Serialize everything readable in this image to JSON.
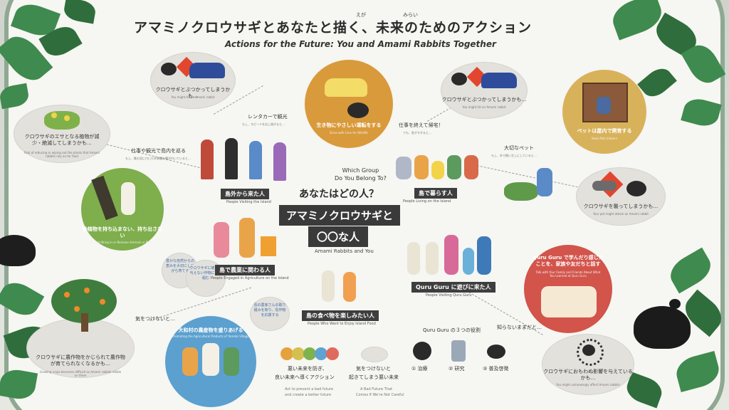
{
  "title": {
    "jp": "アマミノクロウサギとあなたと描く、未来のためのアクション",
    "en": "Actions for the Future: You and Amami Rabbits Together",
    "ruby_ega": "えが",
    "ruby_mirai": "みらい"
  },
  "center": {
    "question_en_1": "Which Group",
    "question_en_2": "Do You Belong To?",
    "question_jp": "あなたはどの人？",
    "box1": "アマミノクロウサギと",
    "box2": "〇〇な人",
    "subtitle_en": "Amami Rabbits and You"
  },
  "groups": {
    "visitors": {
      "jp": "島外から来た人",
      "en": "People Visiting the Island"
    },
    "residents": {
      "jp": "島で暮らす人",
      "en": "People Living on the Island"
    },
    "agriculture": {
      "jp": "島で農業に関わる人",
      "en": "People Engaged in Agriculture on the Island"
    },
    "food": {
      "jp": "島の食べ物を楽しみたい人",
      "en": "People Who Want to Enjoy Island Food"
    },
    "quruguru": {
      "jp": "Quru Guru に遊びに来た人",
      "en": "People Visiting Quru Guru"
    }
  },
  "thoughts": {
    "rental": "レンタカーで観光",
    "rental_sub": "もし、スピードを出し過ぎると…",
    "work_travel": "仕事や観光で島内を巡る",
    "work_travel_sub": "もし、靴の泥に付いた外来種の種が付いていると…",
    "after_work": "仕事を終えて帰宅！",
    "after_work_sub": "でも、急ぎすぎると…",
    "pet": "大切なペット",
    "pet_sub": "もし、外で飼い主しにしていると…",
    "careful": "気をつけないと…",
    "unknowing": "知らないままだと…",
    "agri_note": "クロウサギに被害を与えない作物に取り組む",
    "agri_note2": "豊かな自然からの恵みを大切にしながら育てる",
    "food_note": "島の農家さんの取り組みを知り、島作物を応援する"
  },
  "clouds": {
    "car_hit_left": "クロウサギとぶつかってしまうかも…",
    "car_hit_left_sub": "You might hit an Amami rabbit",
    "plants": "クロウサギのエサとなる植物が減少・絶滅してしまうかも…",
    "plants_sub": "Risk of reducing or wiping out the plants that Amami rabbits rely on for food",
    "car_hit_right": "クロウサギとぶつかってしまうかも…",
    "car_hit_right_sub": "You might hit an Amami rabbit",
    "cat": "クロウサギを襲ってしまうかも…",
    "cat_sub": "Your pet might attack an Amami rabbit",
    "crops": "クロウサギに農作物をかじられて農作物が育てられなくなるかも…",
    "crops_sub": "Growing crops becomes difficult as Amami rabbits nibble on them",
    "influence": "クロウサギにおもわぬ影響を与えているかも…",
    "influence_sub": "You might unknowingly affect Amami rabbits"
  },
  "circles": {
    "drive": "生き物にやさしい運転をする",
    "drive_sub": "Drive with Care for Wildlife",
    "pet_indoor": "ペットは屋内で飼育する",
    "pet_indoor_sub": "Keep Pets Indoors",
    "no_bring": "動植物を持ち込まない、持ち出さない",
    "no_bring_sub": "Do Not Bring In or Remove Animals or Plants",
    "yamato": "大和村の農産物を盛りあげる",
    "yamato_sub": "Promoting the Agricultural Products of Yamato Village",
    "quruguru": "Quru Guru で学んだり感じたことを、家族や友だちと話す",
    "quruguru_sub": "Talk with Your Family and Friends About What You Learned at Quru Guru"
  },
  "legend": {
    "good_jp_1": "悪い未来を防ぎ、",
    "good_jp_2": "良い未来へ導くアクション",
    "good_en_1": "Act to prevent a bad future",
    "good_en_2": "and create a better future",
    "bad_jp_1": "気をつけないと",
    "bad_jp_2": "起きてしまう悪い未来",
    "bad_en_1": "A Bad Future That",
    "bad_en_2": "Comes If We're Not Careful"
  },
  "roles": {
    "title": "Quru Guru の３つの役割",
    "items": [
      "① 治療",
      "② 研究",
      "③ 普及啓発"
    ]
  },
  "colors": {
    "panel_border": "#8fa893",
    "label_bg": "#3e3e3e",
    "orange_circle": "#d99a3b",
    "tan_circle": "#d8b25a",
    "green_circle": "#7fae4c",
    "blue_circle": "#5ba0cf",
    "red_circle": "#d2544b",
    "legend_dots": [
      "#e5a23c",
      "#d4c050",
      "#7fb24d",
      "#5fa3d3",
      "#e06a5e"
    ]
  }
}
